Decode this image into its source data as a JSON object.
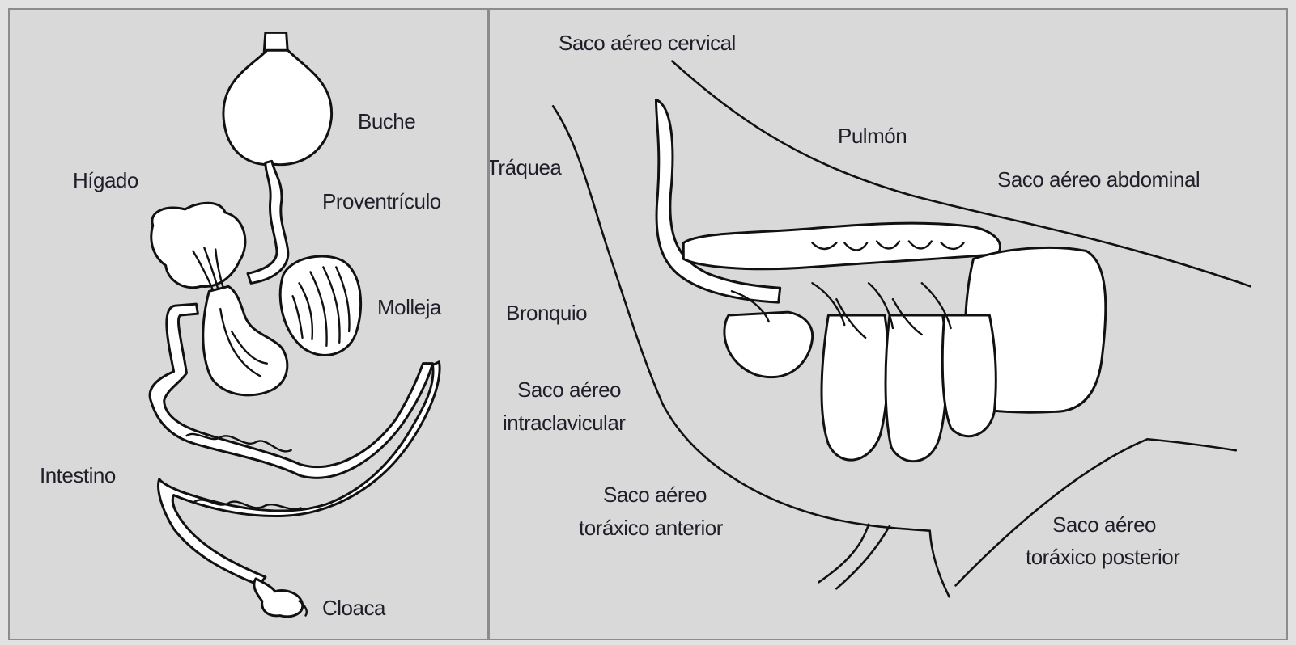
{
  "left_panel": {
    "labels": {
      "buche": "Buche",
      "higado": "Hígado",
      "proventriculo": "Proventrículo",
      "molleja": "Molleja",
      "intestino": "Intestino",
      "cloaca": "Cloaca"
    }
  },
  "right_panel": {
    "labels": {
      "saco_cervical": "Saco aéreo cervical",
      "pulmon": "Pulmón",
      "tranquea": "Tráquea",
      "saco_abdominal": "Saco aéreo abdominal",
      "bronquio": "Bronquio",
      "saco_intraclavicular_1": "Saco aéreo",
      "saco_intraclavicular_2": "intraclavicular",
      "saco_toracico_anterior_1": "Saco aéreo",
      "saco_toracico_anterior_2": "toráxico anterior",
      "saco_toracico_posterior_1": "Saco aéreo",
      "saco_toracico_posterior_2": "toráxico posterior"
    }
  },
  "colors": {
    "panel_background": "#d9d9d9",
    "panel_border": "#8c8c8c",
    "label_text": "#1f1f2a",
    "organ_fill": "#ffffff",
    "outline": "#111111"
  }
}
